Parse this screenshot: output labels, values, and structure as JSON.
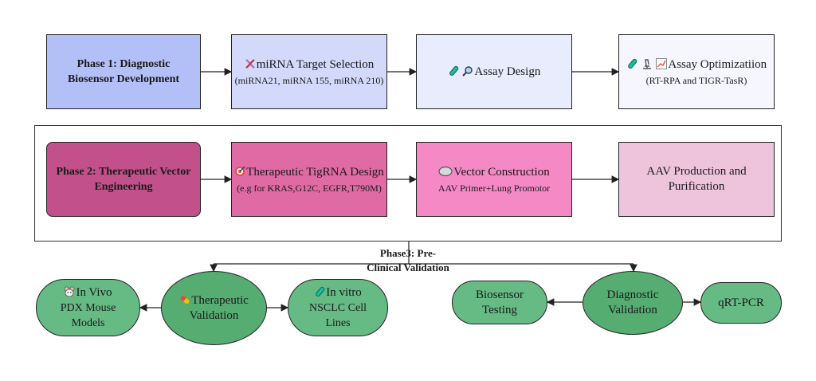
{
  "phase1": {
    "label": "Phase 1: Diagnostic Biosensor Development",
    "target_title": "miRNA Target Selection",
    "target_sub": "(miRNA21, miRNA 155, miRNA 210)",
    "assay_design": "Assay Design",
    "assay_opt_title": "Assay Optimizatiion",
    "assay_opt_sub": "(RT-RPA and TIGR-TasR)"
  },
  "phase2": {
    "label": "Phase 2: Therapeutic Vector Engineering",
    "tigrna_title": "Therapeutic TigRNA Design",
    "tigrna_sub": "(e.g for KRAS,G12C, EGFR,T790M)",
    "vector_title": "Vector Construction",
    "vector_sub": "AAV Primer+Lung Promotor",
    "aav": "AAV Production and Purification"
  },
  "phase3": {
    "label": "Phase3: Pre-Clinical Validation",
    "therapeutic": "Therapeutic Validation",
    "invivo_title": "In Vivo",
    "invivo_sub": "PDX Mouse Models",
    "invitro_title": "In vitro",
    "invitro_sub": "NSCLC Cell Lines",
    "diagnostic": "Diagnostic Validation",
    "biosensor": "Biosensor Testing",
    "qrtpcr": "qRT-PCR"
  },
  "colors": {
    "phase1_label": "#b3c0f7",
    "phase1_node": "#d2d9fb",
    "phase1_light": "#e9ecfd",
    "phase1_lightest": "#f5f6fe",
    "phase2_label": "#c2508b",
    "phase2_node": "#e06aa4",
    "phase2_vector": "#f589c6",
    "phase2_aav": "#edc4dc",
    "green_main": "#56ad72",
    "green_leaf": "#66bb84"
  }
}
